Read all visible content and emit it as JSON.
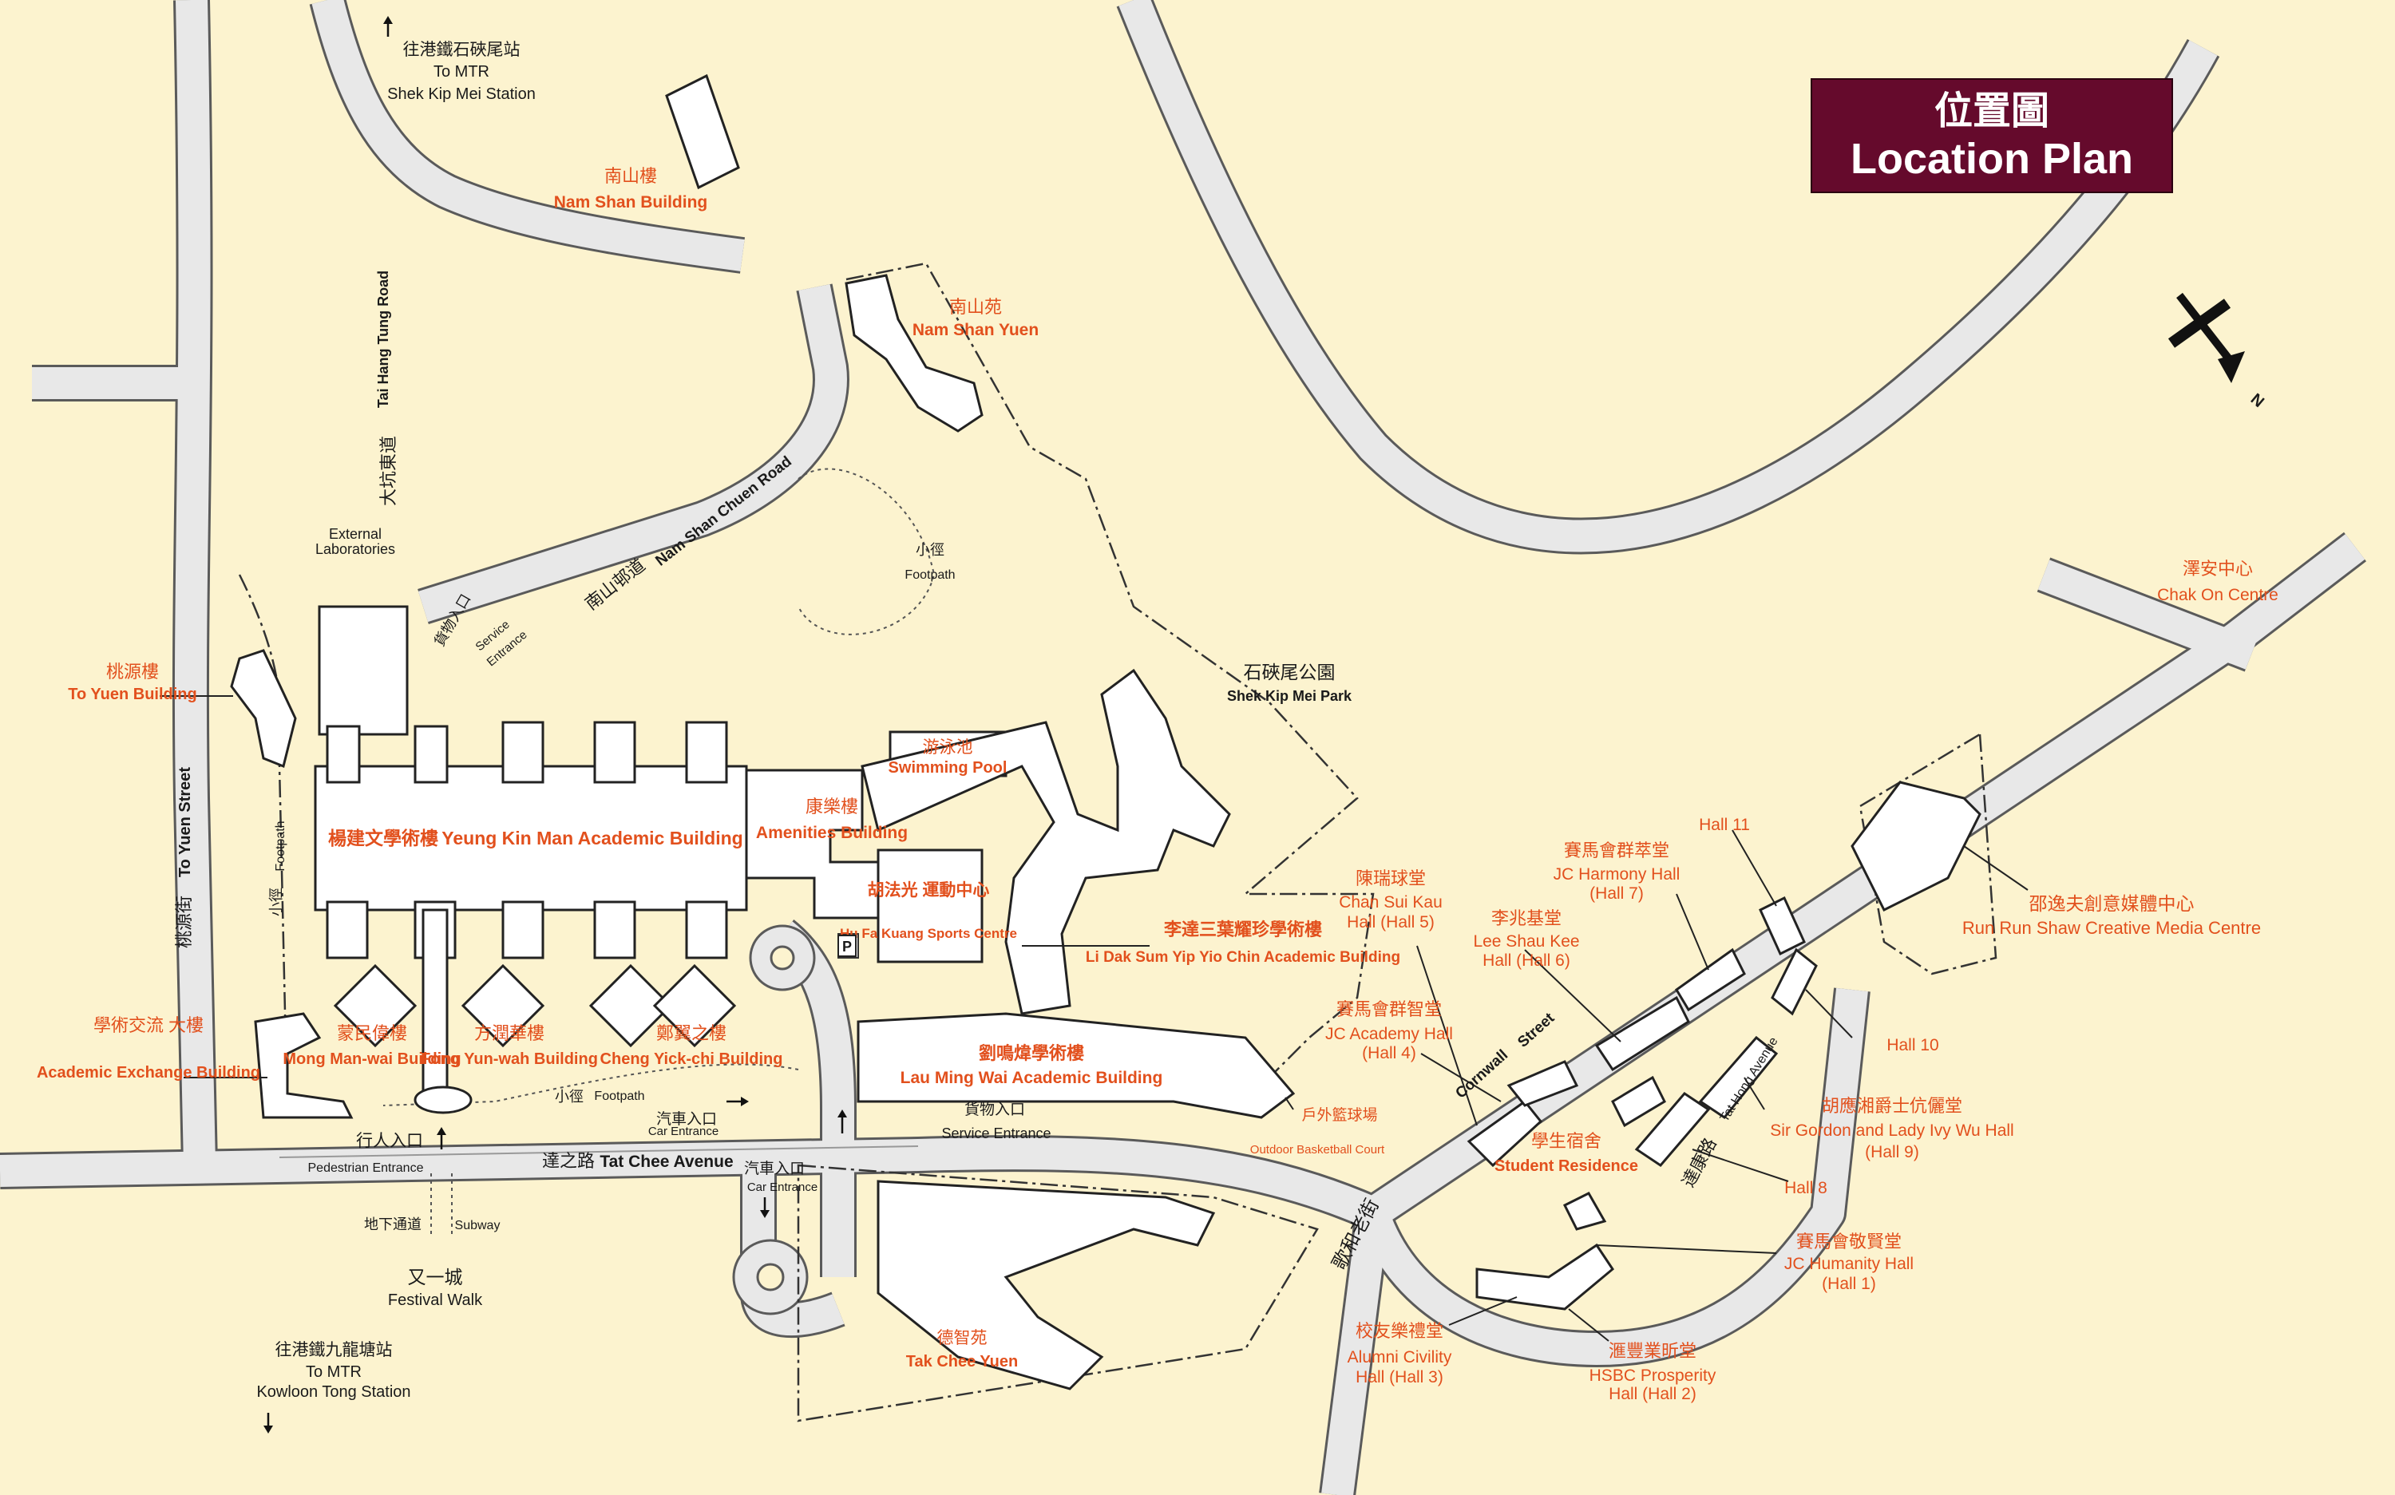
{
  "title": {
    "zh": "位置圖",
    "en": "Location Plan"
  },
  "compass": {
    "label": "N"
  },
  "buildings": [
    {
      "id": "nam-shan-building",
      "zh": "南山樓",
      "en": "Nam Shan Building"
    },
    {
      "id": "nam-shan-yuen",
      "zh": "南山苑",
      "en": "Nam Shan Yuen"
    },
    {
      "id": "to-yuen-building",
      "zh": "桃源樓",
      "en": "To Yuen Building"
    },
    {
      "id": "yeung-kin-man",
      "zh": "楊建文學術樓",
      "en": "Yeung Kin Man Academic Building"
    },
    {
      "id": "amenities",
      "zh": "康樂樓",
      "en": "Amenities Building"
    },
    {
      "id": "swimming-pool",
      "zh": "游泳池",
      "en": "Swimming Pool"
    },
    {
      "id": "hu-fa-kuang",
      "zh": "胡法光 運動中心",
      "en": "Hu Fa Kuang Sports Centre"
    },
    {
      "id": "li-dak-sum",
      "zh": "李達三葉耀珍學術樓",
      "en": "Li Dak Sum Yip Yio Chin Academic Building"
    },
    {
      "id": "mong-man-wai",
      "zh": "蒙民偉樓",
      "en": "Mong Man-wai Building"
    },
    {
      "id": "fong-yun-wah",
      "zh": "方潤華樓",
      "en": "Fong Yun-wah Building"
    },
    {
      "id": "cheng-yick-chi",
      "zh": "鄭翼之樓",
      "en": "Cheng Yick-chi Building"
    },
    {
      "id": "academic-exchange",
      "zh": "學術交流 大樓",
      "en": "Academic Exchange Building"
    },
    {
      "id": "lau-ming-wai",
      "zh": "劉鳴煒學術樓",
      "en": "Lau Ming Wai Academic Building"
    },
    {
      "id": "tak-chee-yuen",
      "zh": "德智苑",
      "en": "Tak Chee Yuen"
    },
    {
      "id": "outdoor-basketball",
      "zh": "戶外籃球場",
      "en": "Outdoor Basketball Court"
    },
    {
      "id": "student-residence",
      "zh": "學生宿舍",
      "en": "Student Residence"
    },
    {
      "id": "rrs-creative-media",
      "zh": "邵逸夫創意媒體中心",
      "en": "Run Run Shaw Creative Media Centre"
    },
    {
      "id": "chak-on-centre",
      "zh": "澤安中心",
      "en": "Chak On Centre"
    }
  ],
  "halls": {
    "chan_sui_kau": {
      "zh": "陳瑞球堂",
      "en1": "Chan Sui Kau",
      "en2": "Hall (Hall 5)"
    },
    "lee_shau_kee": {
      "zh": "李兆基堂",
      "en1": "Lee Shau Kee",
      "en2": "Hall (Hall 6)"
    },
    "jc_harmony": {
      "zh": "賽馬會群萃堂",
      "en1": "JC Harmony Hall",
      "en2": "(Hall 7)"
    },
    "hall11": {
      "en": "Hall 11"
    },
    "jc_academy": {
      "zh": "賽馬會群智堂",
      "en1": "JC Academy Hall",
      "en2": "(Hall 4)"
    },
    "hall10": {
      "en": "Hall 10"
    },
    "sir_gordon": {
      "zh": "胡應湘爵士伉儷堂",
      "en1": "Sir Gordon and Lady Ivy Wu Hall",
      "en2": "(Hall 9)"
    },
    "hall8": {
      "en": "Hall 8"
    },
    "jc_humanity": {
      "zh": "賽馬會敬賢堂",
      "en1": "JC Humanity Hall",
      "en2": "(Hall 1)"
    },
    "alumni_civility": {
      "zh": "校友樂禮堂",
      "en1": "Alumni Civility",
      "en2": "Hall (Hall 3)"
    },
    "hsbc_prosperity": {
      "zh": "滙豐業昕堂",
      "en1": "HSBC Prosperity",
      "en2": "Hall (Hall 2)"
    }
  },
  "places": {
    "shek_kip_mei_park": {
      "zh": "石硤尾公園",
      "en": "Shek Kip Mei Park"
    },
    "festival_walk": {
      "zh": "又一城",
      "en": "Festival Walk"
    },
    "external_labs": {
      "en1": "External",
      "en2": "Laboratories"
    },
    "footpath_north": {
      "zh": "小徑",
      "en": "Footpath"
    },
    "footpath_west": {
      "zh": "小徑",
      "en": "Footpath"
    },
    "footpath_south": {
      "zh": "小徑",
      "en": "Footpath"
    }
  },
  "roads": {
    "tai_hang_tung": {
      "zh": "大坑東道",
      "en": "Tai Hang Tung Road"
    },
    "nam_shan_chuen": {
      "zh": "南山邨道",
      "en": "Nam Shan Chuen Road"
    },
    "to_yuen_street": {
      "zh": "桃源街",
      "en": "To Yuen Street"
    },
    "tat_chee_avenue": {
      "zh": "達之路",
      "en": "Tat Chee Avenue"
    },
    "cornwall_street": {
      "en1": "Cornwall",
      "en2": "Street",
      "zh": "歌和老街"
    },
    "tat_hong_avenue": {
      "zh": "達康路",
      "en": "Tat Hong Avenue"
    }
  },
  "transport": {
    "mtr_skm": {
      "zh": "往港鐵石硤尾站",
      "en1": "To MTR",
      "en2": "Shek Kip Mei Station"
    },
    "mtr_kt": {
      "zh": "往港鐵九龍塘站",
      "en1": "To MTR",
      "en2": "Kowloon Tong Station"
    },
    "subway": {
      "zh": "地下通道",
      "en": "Subway"
    }
  },
  "entrances": {
    "pedestrian": {
      "zh": "行人入口",
      "en": "Pedestrian  Entrance"
    },
    "car_main": {
      "zh": "汽車入口",
      "en": "Car Entrance"
    },
    "car_south": {
      "zh": "汽車入口",
      "en": "Car  Entrance"
    },
    "service_main": {
      "zh": "貨物入口",
      "en": "Service  Entrance"
    },
    "service_north": {
      "zh": "貨物入口",
      "en1": "Service",
      "en2": "Entrance"
    }
  },
  "parking": {
    "label": "P"
  },
  "colors": {
    "background": "#fcf3cf",
    "label_orange": "#e2501d",
    "title_bg": "#650a2c",
    "road_fill": "#e8e8e8"
  }
}
